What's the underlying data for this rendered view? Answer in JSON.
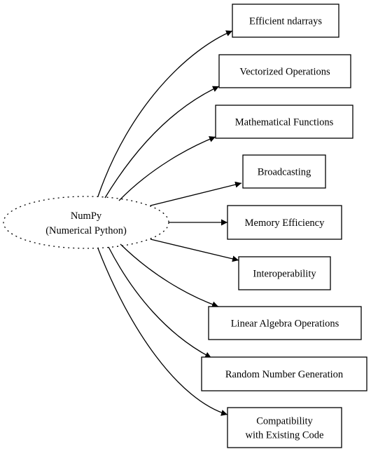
{
  "root": {
    "label_lines": [
      "NumPy",
      "(Numerical Python)"
    ],
    "border_style": "dotted"
  },
  "nodes": [
    {
      "id": "efficient-ndarrays",
      "label_lines": [
        "Efficient ndarrays"
      ]
    },
    {
      "id": "vectorized-operations",
      "label_lines": [
        "Vectorized Operations"
      ]
    },
    {
      "id": "mathematical-functions",
      "label_lines": [
        "Mathematical Functions"
      ]
    },
    {
      "id": "broadcasting",
      "label_lines": [
        "Broadcasting"
      ]
    },
    {
      "id": "memory-efficiency",
      "label_lines": [
        "Memory Efficiency"
      ]
    },
    {
      "id": "interoperability",
      "label_lines": [
        "Interoperability"
      ]
    },
    {
      "id": "linear-algebra-operations",
      "label_lines": [
        "Linear Algebra Operations"
      ]
    },
    {
      "id": "random-number-generation",
      "label_lines": [
        "Random Number Generation"
      ]
    },
    {
      "id": "compatibility",
      "label_lines": [
        "Compatibility",
        "with Existing Code"
      ]
    }
  ],
  "colors": {
    "stroke": "#000000",
    "background": "#ffffff"
  }
}
